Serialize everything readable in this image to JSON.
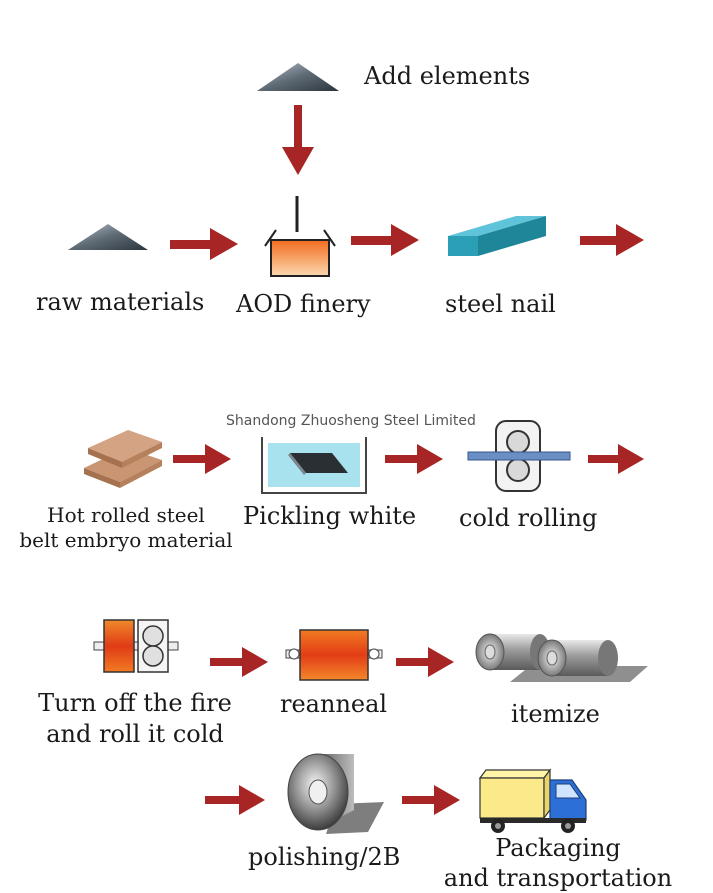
{
  "watermark": "Shandong Zhuosheng Steel Limited",
  "steps": {
    "add_elements": "Add elements",
    "raw_materials": "raw materials",
    "aod_finery": "AOD finery",
    "steel_nail": "steel nail",
    "hot_rolled": "Hot rolled steel\nbelt embryo material",
    "pickling": "Pickling white",
    "cold_rolling": "cold rolling",
    "turn_off": "Turn off the fire\nand roll it cold",
    "reanneal": "reanneal",
    "itemize": "itemize",
    "polishing": "polishing/2B",
    "packaging": "Packaging\nand transportation"
  },
  "colors": {
    "arrow": "#a82525",
    "furnace": "#ef6a1c",
    "steel_blue": "#2a9fb5",
    "copper": "#c99572"
  },
  "icons": [
    "pile-icon",
    "furnace-icon",
    "steel-bar-icon",
    "steel-plate-icon",
    "pickling-tank-icon",
    "rolling-mill-icon",
    "annealing-furnace-icon",
    "coil-icon",
    "truck-icon"
  ]
}
